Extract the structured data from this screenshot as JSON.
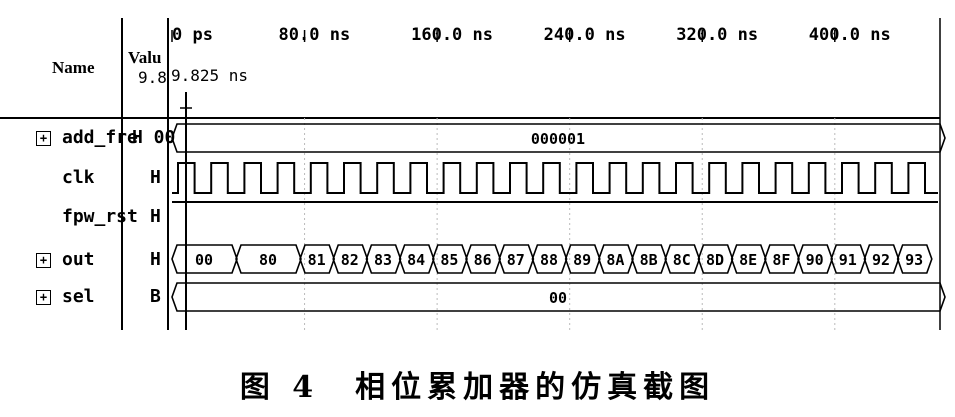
{
  "header": {
    "name_label": "Name",
    "value_label": "Valu",
    "value_sub": "9.8",
    "cursor_time": "9.825 ns",
    "time_ticks": [
      "0 ps",
      "80.0 ns",
      "160.0 ns",
      "240.0 ns",
      "320.0 ns",
      "400.0 ns"
    ]
  },
  "signals": [
    {
      "name": "add_fre",
      "value": "H 00",
      "expandable": true,
      "kind": "bus",
      "segments": [
        "000001"
      ]
    },
    {
      "name": "clk",
      "value": "H",
      "expandable": false,
      "kind": "clock"
    },
    {
      "name": "fpw_rst",
      "value": "H",
      "expandable": false,
      "kind": "high"
    },
    {
      "name": "out",
      "value": "H",
      "expandable": true,
      "kind": "bus",
      "segments": [
        "00",
        "80",
        "81",
        "82",
        "83",
        "84",
        "85",
        "86",
        "87",
        "88",
        "89",
        "8A",
        "8B",
        "8C",
        "8D",
        "8E",
        "8F",
        "90",
        "91",
        "92",
        "93"
      ]
    },
    {
      "name": "sel",
      "value": "B",
      "expandable": true,
      "kind": "bus",
      "segments": [
        "00"
      ]
    }
  ],
  "caption": "图 4　相位累加器的仿真截图"
}
